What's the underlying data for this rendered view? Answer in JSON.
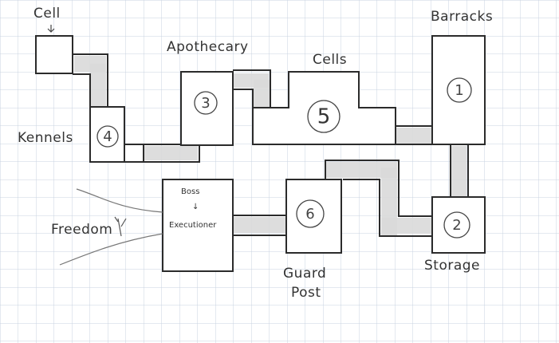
{
  "labels": {
    "cell": "Cell",
    "barracks": "Barracks",
    "apothecary": "Apothecary",
    "cells": "Cells",
    "kennels": "Kennels",
    "freedom": "Freedom",
    "boss_line1": "Boss",
    "boss_arrow": "↓",
    "boss_line2": "Executioner",
    "guard_line1": "Guard",
    "guard_line2": "Post",
    "storage": "Storage"
  },
  "room_numbers": {
    "barracks": "1",
    "storage": "2",
    "apothecary": "3",
    "kennels": "4",
    "cells": "5",
    "guard_post": "6"
  },
  "colors": {
    "grid": "#c9d3e0",
    "wall": "#2b2b2b",
    "corridor": "#d9d9d9"
  }
}
